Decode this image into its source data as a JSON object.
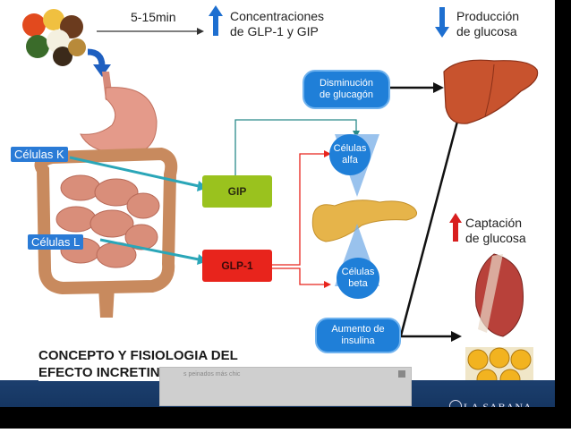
{
  "time_label": "5-15min",
  "top_center": {
    "line1": "Concentraciones",
    "line2": "de GLP-1 y GIP"
  },
  "top_right": {
    "line1": "Producción",
    "line2": "de glucosa"
  },
  "cells": {
    "k": "Células K",
    "l": "Células L"
  },
  "hormones": {
    "gip": "GIP",
    "glp1": "GLP-1"
  },
  "pancreas_cells": {
    "alpha_line1": "Células",
    "alpha_line2": "alfa",
    "beta_line1": "Células",
    "beta_line2": "beta"
  },
  "effects": {
    "glucagon_line1": "Disminución",
    "glucagon_line2": "de glucagón",
    "insulin_line1": "Aumento de",
    "insulin_line2": "insulina"
  },
  "uptake": {
    "line1": "Captación",
    "line2": "de glucosa"
  },
  "slide_title": {
    "line1": "CONCEPTO Y FISIOLOGIA DEL",
    "line2": "EFECTO INCRETINA"
  },
  "ad": {
    "title": "s peinados más chic"
  },
  "footer_brand": "LA SABANA",
  "colors": {
    "gip": "#9ac21e",
    "glp1": "#e8241c",
    "bubble": "#1f7fd8",
    "up_arrow_red": "#d81e1e",
    "down_arrow_blue": "#1e6fd0",
    "teal": "#2aa6b8"
  }
}
